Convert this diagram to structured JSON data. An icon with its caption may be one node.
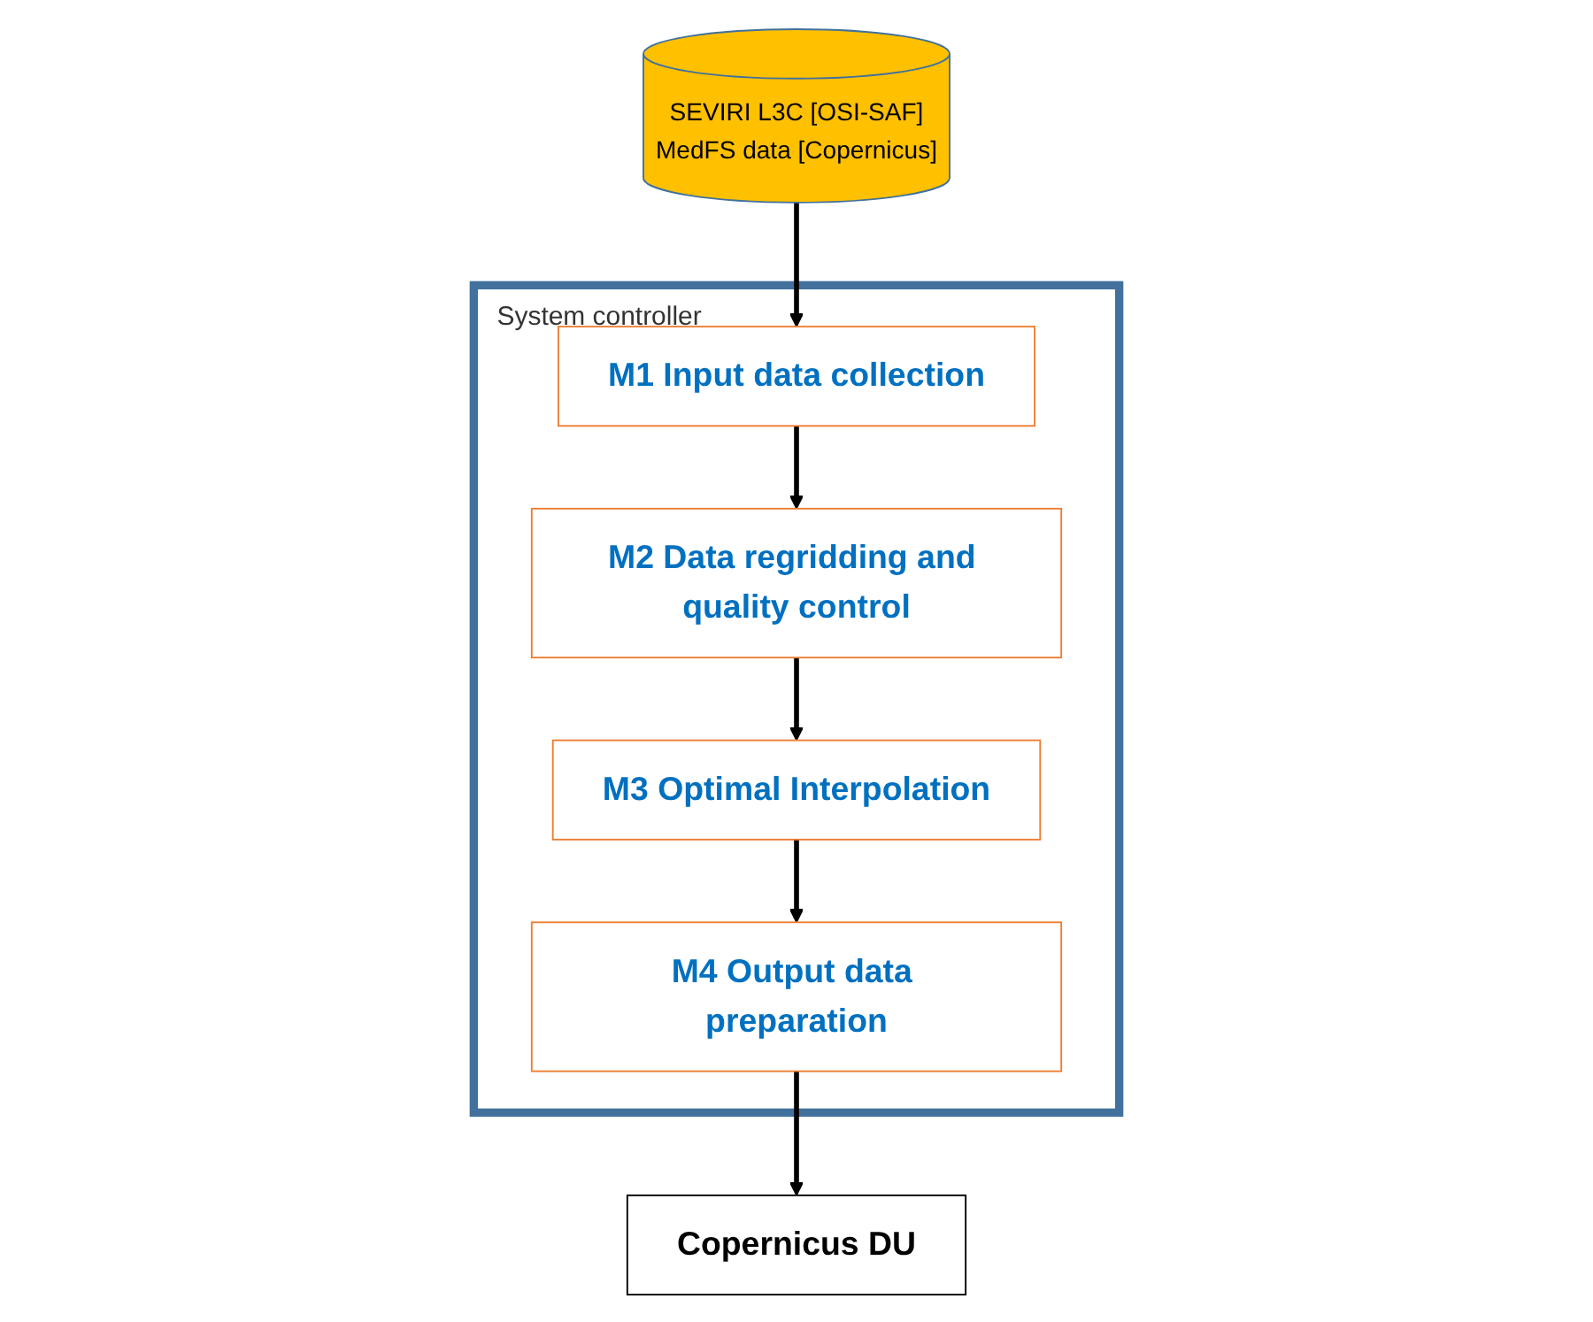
{
  "diagram": {
    "nodes": [
      {
        "text": [
          "SEVIRI L3C [OSI-SAF]",
          "MedFS data [Copernicus]"
        ]
      },
      {
        "text": [
          "System controller"
        ]
      },
      {
        "text": [
          "M1 Input data collection"
        ],
        "in": 1
      },
      {
        "text": [
          "M2 Data regridding and quality control"
        ],
        "in": 1
      },
      {
        "text": [
          "M3 Optimal Interpolation"
        ],
        "in": 1
      },
      {
        "text": [
          "M4 Output data preparation"
        ],
        "in": 1
      },
      {
        "text": [
          "Copernicus DU"
        ]
      }
    ],
    "edges": [
      {
        "from": 0,
        "to": 2,
        "arrow": "to"
      },
      {
        "from": 2,
        "to": 3,
        "arrow": "to"
      },
      {
        "from": 3,
        "to": 4,
        "arrow": "to"
      },
      {
        "from": 4,
        "to": 5,
        "arrow": "to"
      },
      {
        "from": 5,
        "to": 6,
        "arrow": "to"
      }
    ]
  }
}
